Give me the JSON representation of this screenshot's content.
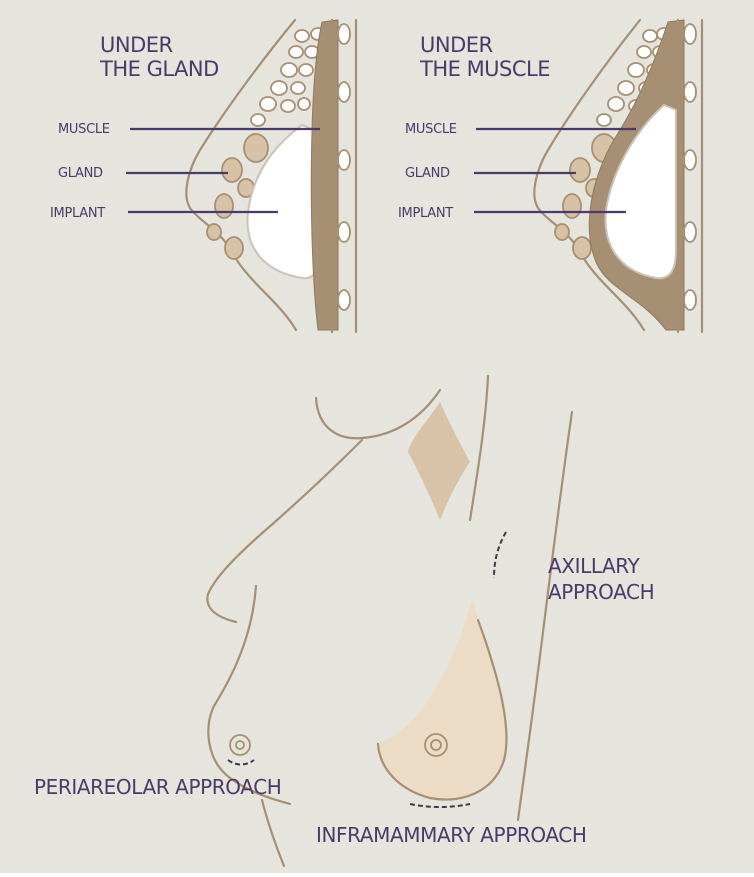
{
  "panels": {
    "left": {
      "title_line1": "UNDER",
      "title_line2": "THE GLAND",
      "labels": [
        "MUSCLE",
        "GLAND",
        "IMPLANT"
      ]
    },
    "right": {
      "title_line1": "UNDER",
      "title_line2": "THE MUSCLE",
      "labels": [
        "MUSCLE",
        "GLAND",
        "IMPLANT"
      ]
    }
  },
  "approaches": {
    "axillary_line1": "AXILLARY",
    "axillary_line2": "APPROACH",
    "periareolar": "PERIAREOLAR APPROACH",
    "inframammary": "INFRAMAMMARY APPROACH"
  },
  "colors": {
    "background": "#e5e4dd",
    "outline": "#a68f72",
    "gland": "#d8c2a6",
    "text": "#4a3a6a"
  }
}
